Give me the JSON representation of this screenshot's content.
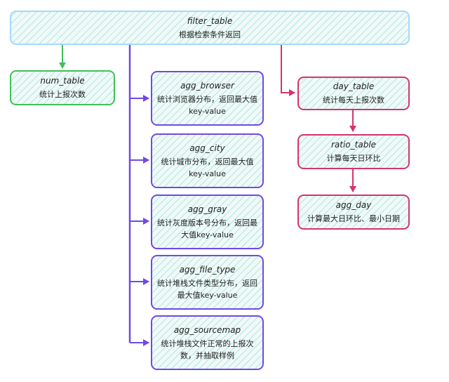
{
  "colors": {
    "blue": "#a5d8ff",
    "green": "#40c057",
    "purple": "#7048e8",
    "pink": "#d6336c",
    "fill": "#effaf8"
  },
  "nodes": {
    "filter_table": {
      "title": "filter_table",
      "desc": "根据检索条件返回"
    },
    "num_table": {
      "title": "num_table",
      "desc": "统计上报次数"
    },
    "agg_browser": {
      "title": "agg_browser",
      "desc": "统计浏览器分布，返回最大值key-value"
    },
    "agg_city": {
      "title": "agg_city",
      "desc": "统计城市分布，返回最大值key-value"
    },
    "agg_gray": {
      "title": "agg_gray",
      "desc": "统计灰度版本号分布，返回最大值key-value"
    },
    "agg_file_type": {
      "title": "agg_file_type",
      "desc": "统计堆栈文件类型分布，返回最大值key-value"
    },
    "agg_sourcemap": {
      "title": "agg_sourcemap",
      "desc": "统计堆栈文件正常的上报次数，并抽取样例"
    },
    "day_table": {
      "title": "day_table",
      "desc": "统计每天上报次数"
    },
    "ratio_table": {
      "title": "ratio_table",
      "desc": "计算每天日环比"
    },
    "agg_day": {
      "title": "agg_day",
      "desc": "计算最大日环比、最小日期"
    }
  },
  "edges": [
    {
      "from": "filter_table",
      "to": "num_table",
      "color": "green"
    },
    {
      "from": "filter_table",
      "to": "agg_browser",
      "color": "purple"
    },
    {
      "from": "filter_table",
      "to": "agg_city",
      "color": "purple"
    },
    {
      "from": "filter_table",
      "to": "agg_gray",
      "color": "purple"
    },
    {
      "from": "filter_table",
      "to": "agg_file_type",
      "color": "purple"
    },
    {
      "from": "filter_table",
      "to": "agg_sourcemap",
      "color": "purple"
    },
    {
      "from": "filter_table",
      "to": "day_table",
      "color": "pink"
    },
    {
      "from": "day_table",
      "to": "ratio_table",
      "color": "pink"
    },
    {
      "from": "ratio_table",
      "to": "agg_day",
      "color": "pink"
    }
  ]
}
